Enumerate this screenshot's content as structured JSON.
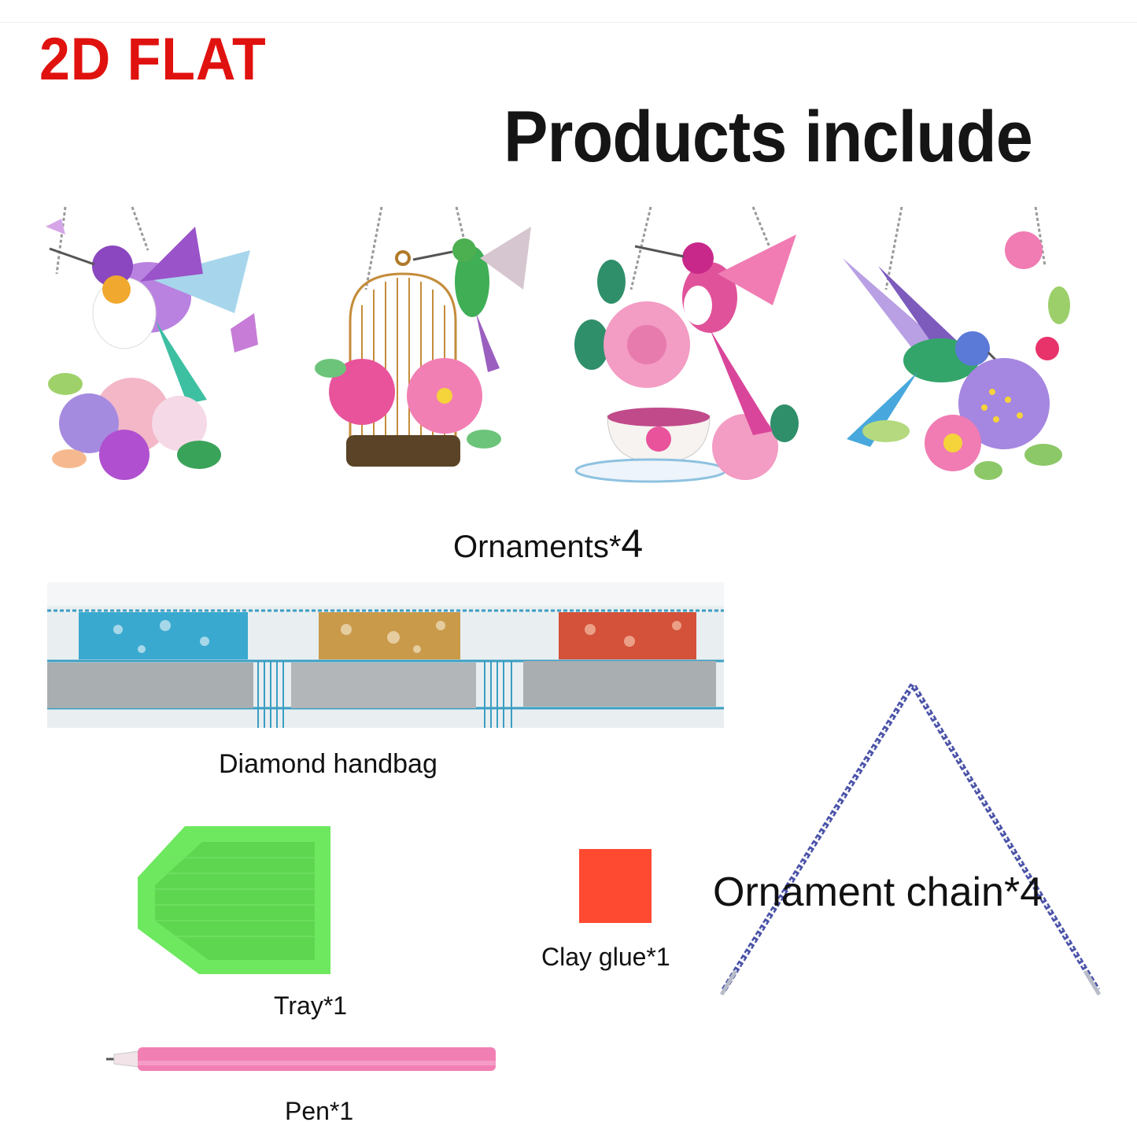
{
  "header": {
    "badge": "2D FLAT",
    "title": "Products include",
    "badge_color": "#e0120f",
    "title_color": "#151515"
  },
  "ornaments": {
    "items": [
      {
        "name": "hummingbird-butterflies",
        "description": "Purple hummingbird with butterflies and pink/purple flowers"
      },
      {
        "name": "hummingbird-birdcage",
        "description": "Green hummingbird beside gold birdcage with pink peonies"
      },
      {
        "name": "hummingbird-teacup",
        "description": "Pink hummingbird with roses and floral teacup"
      },
      {
        "name": "hummingbird-lilac",
        "description": "Blue-green hummingbird with purple lilac and pink flowers"
      }
    ],
    "label": "Ornaments*",
    "count": "4"
  },
  "items": {
    "diamond_bag": {
      "label": "Diamond handbag",
      "bead_colors": [
        "#3aa9cf",
        "#c99a4a",
        "#d4513a"
      ]
    },
    "tray": {
      "label": "Tray*1",
      "color": "#6ee85f"
    },
    "clay": {
      "label": "Clay glue*1",
      "color": "#ff4a32"
    },
    "pen": {
      "label": "Pen*1",
      "color": "#f27fb4"
    },
    "chain": {
      "label": "Ornament chain*4",
      "color": "#4a53a8"
    }
  }
}
